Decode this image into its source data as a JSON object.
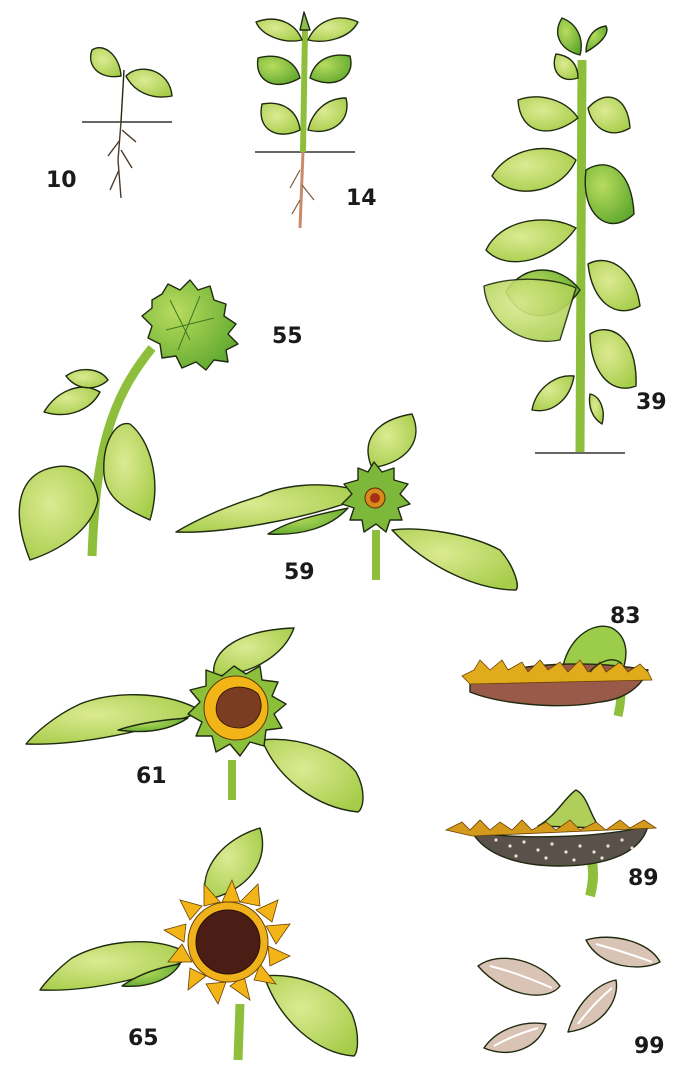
{
  "figure": {
    "stages": [
      {
        "code": "10",
        "id": "stage-10"
      },
      {
        "code": "14",
        "id": "stage-14"
      },
      {
        "code": "39",
        "id": "stage-39"
      },
      {
        "code": "55",
        "id": "stage-55"
      },
      {
        "code": "59",
        "id": "stage-59"
      },
      {
        "code": "61",
        "id": "stage-61"
      },
      {
        "code": "65",
        "id": "stage-65"
      },
      {
        "code": "83",
        "id": "stage-83"
      },
      {
        "code": "89",
        "id": "stage-89"
      },
      {
        "code": "99",
        "id": "stage-99"
      }
    ],
    "colors": {
      "leaf_light": "#cfe27a",
      "leaf_mid": "#a9cf4e",
      "leaf_dark": "#5aa42a",
      "stem": "#8ebf3c",
      "petal": "#f2b417",
      "disk_dark": "#4a1e14",
      "disk_brown": "#7a3d22",
      "bract": "#8cbf3a",
      "seed": "#d9c3b4",
      "root": "#c98b6a",
      "outline": "#1f2a10"
    }
  }
}
